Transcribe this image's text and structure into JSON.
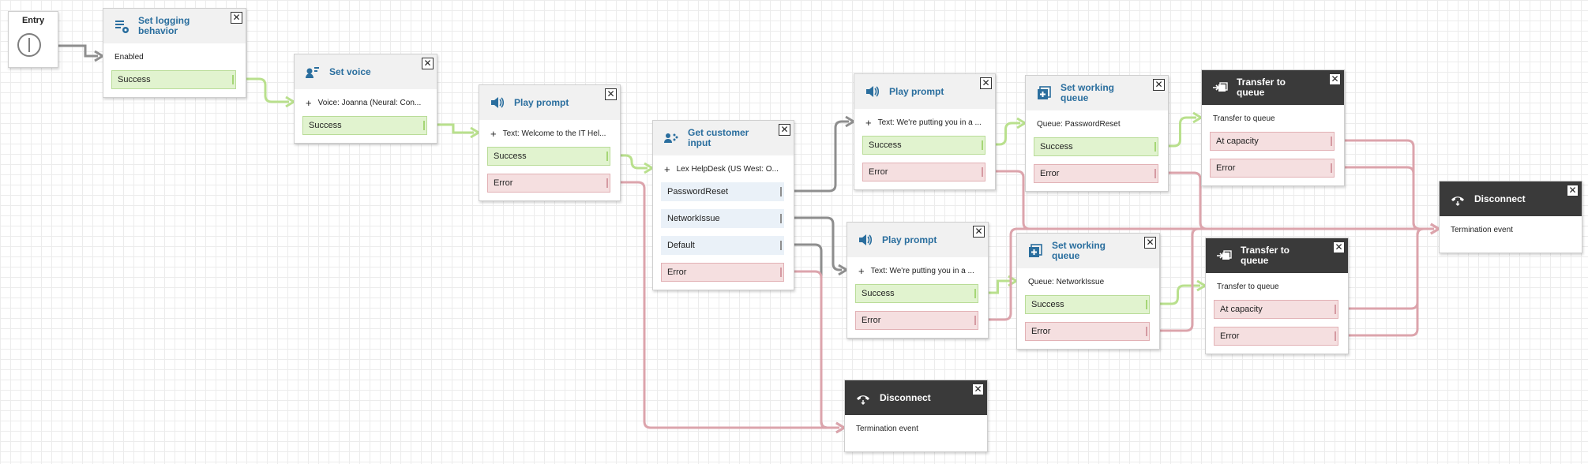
{
  "entry": {
    "label": "Entry"
  },
  "blocks": [
    {
      "id": "logging",
      "title": "Set logging behavior",
      "icon": "logging-icon",
      "param": "Enabled",
      "param_plus": false,
      "branches": [
        {
          "label": "Success",
          "kind": "success"
        }
      ]
    },
    {
      "id": "voice",
      "title": "Set voice",
      "icon": "voice-icon",
      "param": "Voice: Joanna (Neural: Con...",
      "param_plus": true,
      "branches": [
        {
          "label": "Success",
          "kind": "success"
        }
      ]
    },
    {
      "id": "prompt1",
      "title": "Play prompt",
      "icon": "speaker-icon",
      "param": "Text: Welcome to the IT Hel...",
      "param_plus": true,
      "branches": [
        {
          "label": "Success",
          "kind": "success"
        },
        {
          "label": "Error",
          "kind": "error"
        }
      ]
    },
    {
      "id": "input",
      "title": "Get customer input",
      "icon": "customer-input-icon",
      "param": "Lex HelpDesk (US West: O...",
      "param_plus": true,
      "branches": [
        {
          "label": "PasswordReset",
          "kind": "neutral"
        },
        {
          "label": "NetworkIssue",
          "kind": "neutral"
        },
        {
          "label": "Default",
          "kind": "neutral"
        },
        {
          "label": "Error",
          "kind": "error"
        }
      ]
    },
    {
      "id": "prompt2",
      "title": "Play prompt",
      "icon": "speaker-icon",
      "param": "Text: We're putting you in a ...",
      "param_plus": true,
      "branches": [
        {
          "label": "Success",
          "kind": "success"
        },
        {
          "label": "Error",
          "kind": "error"
        }
      ]
    },
    {
      "id": "prompt3",
      "title": "Play prompt",
      "icon": "speaker-icon",
      "param": "Text: We're putting you in a ...",
      "param_plus": true,
      "branches": [
        {
          "label": "Success",
          "kind": "success"
        },
        {
          "label": "Error",
          "kind": "error"
        }
      ]
    },
    {
      "id": "disc1",
      "title": "Disconnect",
      "icon": "disconnect-icon",
      "dark": true,
      "param": "Termination event",
      "param_plus": false,
      "branches": []
    },
    {
      "id": "queue1",
      "title": "Set working queue",
      "icon": "working-queue-icon",
      "param": "Queue: PasswordReset",
      "param_plus": false,
      "branches": [
        {
          "label": "Success",
          "kind": "success"
        },
        {
          "label": "Error",
          "kind": "error"
        }
      ]
    },
    {
      "id": "queue2",
      "title": "Set working queue",
      "icon": "working-queue-icon",
      "param": "Queue: NetworkIssue",
      "param_plus": false,
      "branches": [
        {
          "label": "Success",
          "kind": "success"
        },
        {
          "label": "Error",
          "kind": "error"
        }
      ]
    },
    {
      "id": "transfer1",
      "title": "Transfer to queue",
      "icon": "transfer-queue-icon",
      "dark": true,
      "param": "Transfer to queue",
      "param_plus": false,
      "branches": [
        {
          "label": "At capacity",
          "kind": "error"
        },
        {
          "label": "Error",
          "kind": "error"
        }
      ]
    },
    {
      "id": "transfer2",
      "title": "Transfer to queue",
      "icon": "transfer-queue-icon",
      "dark": true,
      "param": "Transfer to queue",
      "param_plus": false,
      "branches": [
        {
          "label": "At capacity",
          "kind": "error"
        },
        {
          "label": "Error",
          "kind": "error"
        }
      ]
    },
    {
      "id": "disc2",
      "title": "Disconnect",
      "icon": "disconnect-icon",
      "dark": true,
      "param": "Termination event",
      "param_plus": false,
      "branches": []
    }
  ],
  "close_glyph": "✕",
  "plus_glyph": "+",
  "colors": {
    "success_wire": "#b9e08d",
    "error_wire": "#dca4ac",
    "neutral_wire": "#8e8e8e",
    "title": "#2a6e9e",
    "dark_header": "#3a3a3a"
  }
}
